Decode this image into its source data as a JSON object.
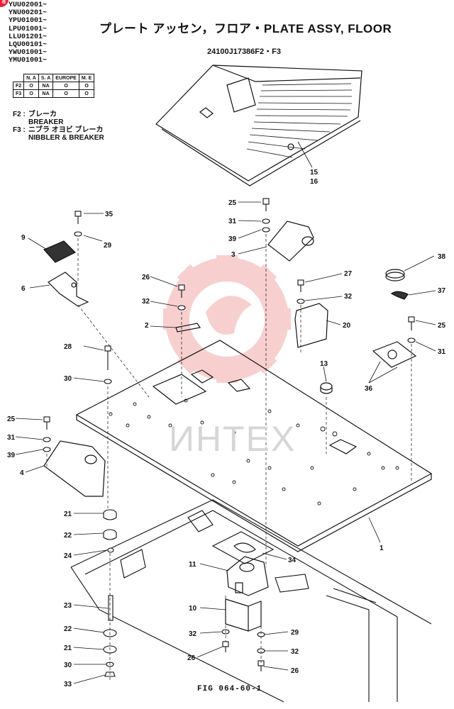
{
  "serial_ranges": [
    "YUU02001~",
    "YNU00201~",
    "YPU01001~",
    "LPU01001~",
    "LLU01201~",
    "LQU00101~",
    "YWU01001~",
    "YMU01001~"
  ],
  "badge": "8",
  "title": "プレート アッセン，フロア・PLATE ASSY, FLOOR",
  "part_number": "24100J17386F2・F3",
  "options_table": {
    "headers": [
      "N. A",
      "S. A",
      "EUROPE",
      "M. E"
    ],
    "rows": [
      {
        "code": "F2",
        "cells": [
          "O",
          "NA",
          "O",
          "O"
        ]
      },
      {
        "code": "F3",
        "cells": [
          "O",
          "NA",
          "O",
          "O"
        ]
      }
    ]
  },
  "notes": [
    {
      "code": "F2 :",
      "lines": [
        "ブレーカ",
        "BREAKER"
      ]
    },
    {
      "code": "F3 :",
      "lines": [
        "ニブラ オヨビ ブレーカ",
        "NIBBLER & BREAKER"
      ]
    }
  ],
  "watermark": "ИНТЕХ",
  "figure_label": "FIG 064-60-1",
  "callouts": {
    "c15": "15",
    "c16": "16",
    "c25a": "25",
    "c31a": "31",
    "c39a": "39",
    "c3": "3",
    "c35": "35",
    "c29a": "29",
    "c9": "9",
    "c6": "6",
    "c26a": "26",
    "c32a": "32",
    "c2": "2",
    "c27": "27",
    "c32b": "32",
    "c20": "20",
    "c38": "38",
    "c37": "37",
    "c25b": "25",
    "c31b": "31",
    "c36": "36",
    "c28": "28",
    "c30a": "30",
    "c13": "13",
    "c25c": "25",
    "c31c": "31",
    "c39b": "39",
    "c4": "4",
    "c21a": "21",
    "c22a": "22",
    "c24": "24",
    "c1": "1",
    "c34": "34",
    "c11": "11",
    "c23": "23",
    "c10": "10",
    "c22b": "22",
    "c32c": "32",
    "c29b": "29",
    "c21b": "21",
    "c26b": "26",
    "c32d": "32",
    "c30b": "30",
    "c26c": "26",
    "c33": "33"
  }
}
